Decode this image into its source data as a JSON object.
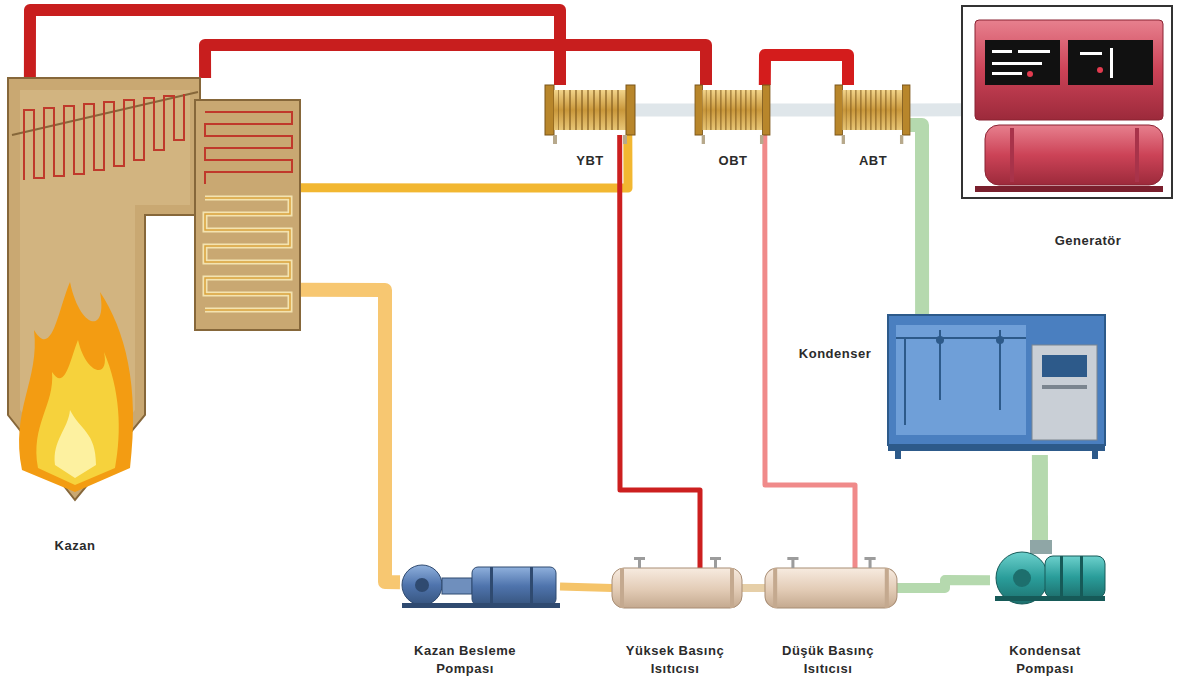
{
  "diagram": {
    "nodes": [
      {
        "text": [
          "Kazan"
        ]
      },
      {
        "text": [
          "YBT"
        ]
      },
      {
        "text": [
          "OBT"
        ]
      },
      {
        "text": [
          "ABT"
        ]
      },
      {
        "text": [
          "Generatör"
        ]
      },
      {
        "text": [
          "Kondenser"
        ]
      },
      {
        "text": [
          "Kazan Besleme Pompası"
        ]
      },
      {
        "text": [
          "Yüksek Basınç Isıtıcısı"
        ]
      },
      {
        "text": [
          "Düşük Basınç Isıtıcısı"
        ]
      },
      {
        "text": [
          "Kondensat Pompası"
        ]
      }
    ],
    "edges": [
      {
        "from": 0,
        "to": 1,
        "arrow": "none"
      },
      {
        "from": 0,
        "to": 2,
        "arrow": "none"
      },
      {
        "from": 1,
        "to": 0,
        "arrow": "none"
      },
      {
        "from": 1,
        "to": 7,
        "arrow": "none"
      },
      {
        "from": 2,
        "to": 3,
        "arrow": "none"
      },
      {
        "from": 2,
        "to": 8,
        "arrow": "none"
      },
      {
        "from": 3,
        "to": 5,
        "arrow": "none"
      },
      {
        "from": 5,
        "to": 9,
        "arrow": "none"
      },
      {
        "from": 9,
        "to": 8,
        "arrow": "none"
      },
      {
        "from": 8,
        "to": 7,
        "arrow": "none"
      },
      {
        "from": 7,
        "to": 6,
        "arrow": "none"
      },
      {
        "from": 6,
        "to": 0,
        "arrow": "none"
      },
      {
        "from": 1,
        "to": 2,
        "arrow": "none"
      },
      {
        "from": 2,
        "to": 3,
        "arrow": "none"
      },
      {
        "from": 3,
        "to": 4,
        "arrow": "none"
      }
    ]
  }
}
